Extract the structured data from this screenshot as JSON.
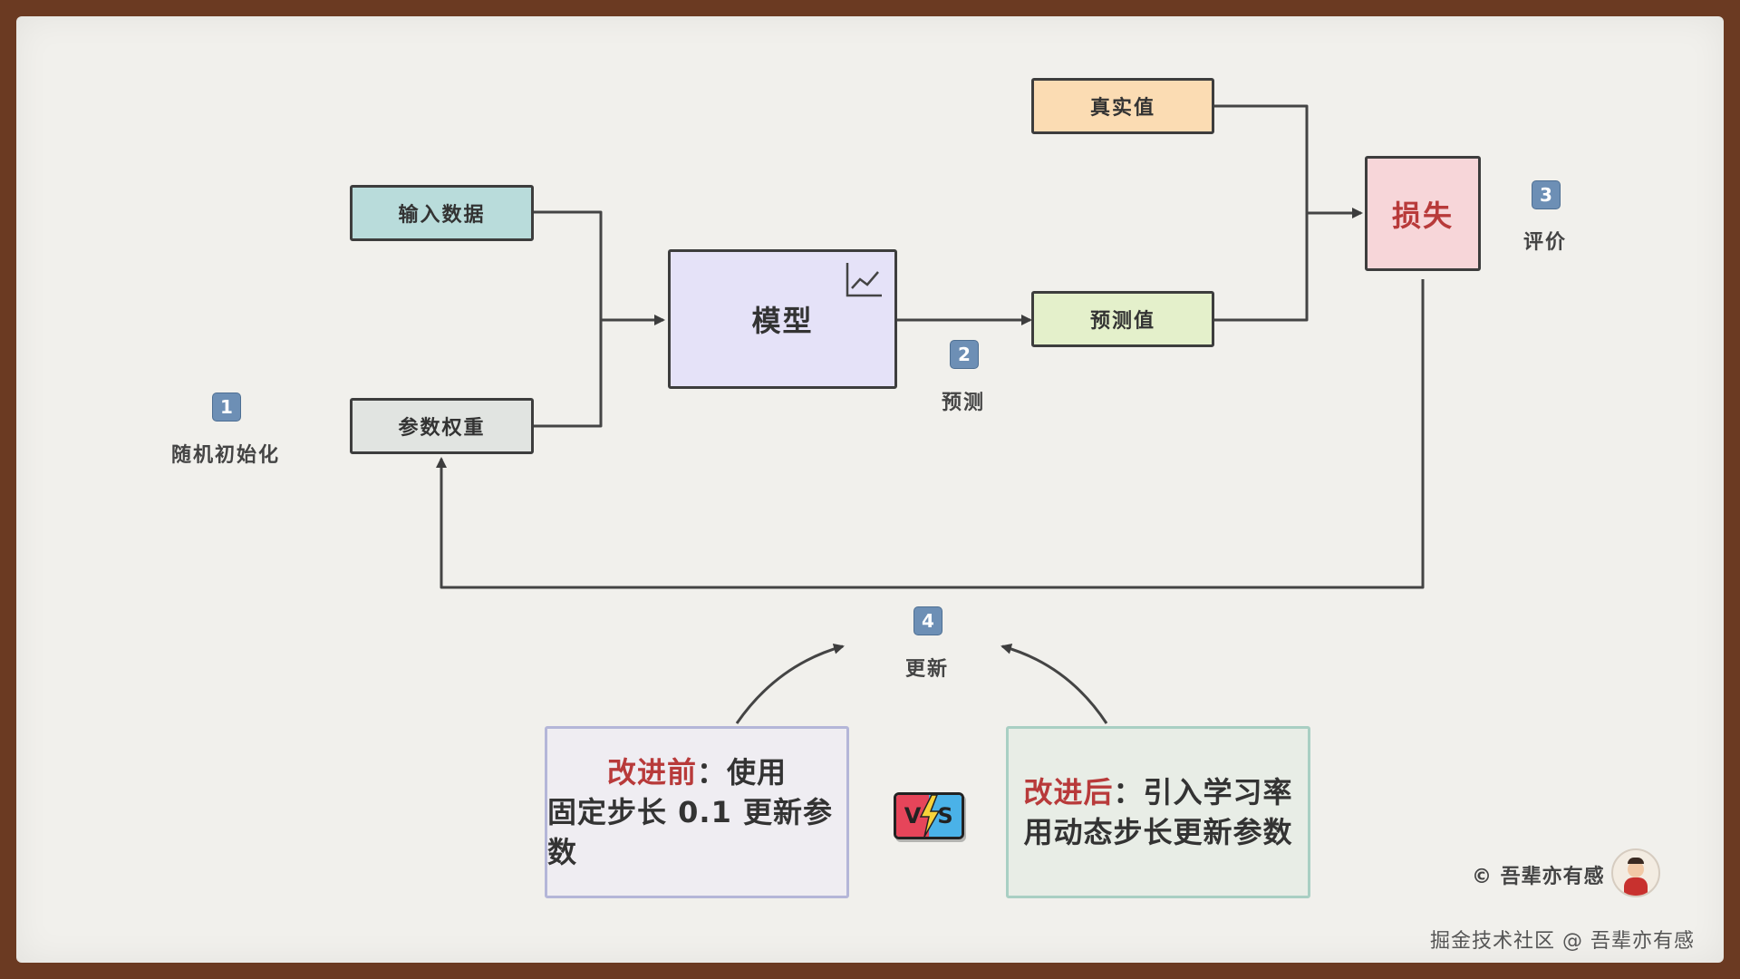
{
  "nodes": {
    "input_data": "输入数据",
    "param_weights": "参数权重",
    "model": "模型",
    "true_value": "真实值",
    "predicted_value": "预测值",
    "loss": "损失"
  },
  "steps": [
    {
      "number": "1",
      "label": "随机初始化"
    },
    {
      "number": "2",
      "label": "预测"
    },
    {
      "number": "3",
      "label": "评价"
    },
    {
      "number": "4",
      "label": "更新"
    }
  ],
  "compare": {
    "before_title": "改进前",
    "before_line1": "：使用",
    "before_line2": "固定步长 0.1 更新参数",
    "after_title": "改进后",
    "after_line1": "：引入学习率",
    "after_line2": "用动态步长更新参数",
    "vs_left": "V",
    "vs_right": "S"
  },
  "footer": {
    "copyright": "© 吾辈亦有感",
    "watermark": "掘金技术社区 @ 吾辈亦有感"
  },
  "colors": {
    "input_data": "#b9dcdb",
    "param_weights": "#e1e4e1",
    "model": "#e5e2f8",
    "true_value": "#fbdcb3",
    "predicted_value": "#e4f0cb",
    "loss": "#f7d6d9",
    "loss_text": "#b83a3a",
    "badge": "#6d8fb5",
    "before_border": "#b4b6d8",
    "after_border": "#a9cfc3"
  },
  "icons": [
    "chart-line-icon",
    "vs-icon",
    "avatar"
  ]
}
